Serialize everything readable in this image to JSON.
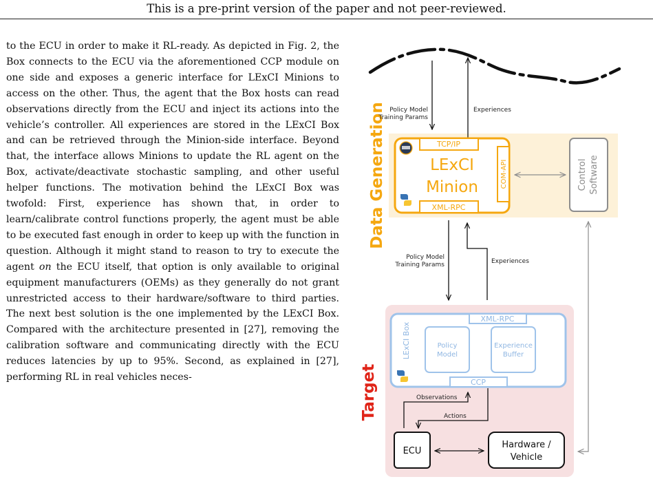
{
  "header": {
    "notice": "This is a pre-print version of the paper and not peer-reviewed."
  },
  "paragraph": {
    "part1": "to the ECU in order to make it RL-ready. As de­picted in Fig. 2, the Box connects to the ECU via the aforementioned CCP module on one side and ex­poses a generic interface for LExCI Minions to access on the other. Thus, the agent that the Box hosts can read observations directly from the ECU and in­ject its actions into the vehicle’s controller. All ex­periences are stored in the LExCI Box and can be retrieved through the Minion-side interface. Beyond that, the interface allows Minions to update the RL agent on the Box, activate/deactivate stochastic sam­pling, and other useful helper functions. The moti­vation behind the LExCI Box was twofold: First, ex­perience has shown that, in order to learn/calibrate control functions properly, the agent must be able to be executed fast enough in order to keep up with the function in question. Although it might stand to reason to try to execute the agent ",
    "emphasis": "on",
    "part2": " the ECU itself, that option is only available to original equip­ment manufacturers (OEMs) as they generally do not grant unrestricted access to their hardware/software to third parties. The next best solution is the one implemented by the LExCI Box. Compared with the architecture presented in [27], removing the calibra­tion software and communicating directly with the ECU reduces latencies by up to 95%. Second, as ex­plained in [27], performing RL in real vehicles neces-"
  },
  "figure": {
    "colors": {
      "orange": "#f5a70f",
      "orange_fill": "#fdf1d8",
      "red": "#e02418",
      "red_fill": "#f7e0e1",
      "blue": "#9fc3ea",
      "blue_text": "#8fb6e2",
      "grey": "#8d8d8d",
      "black": "#111111"
    },
    "cloud_icon": "cloud-dash-line",
    "data_generation": {
      "label": "Data Generation",
      "policy_model": "Policy Model",
      "training_params": "Training Params",
      "experiences": "Experiences",
      "minion": {
        "title_line1": "LExCI",
        "title_line2": "Minion",
        "tcp": "TCP/IP",
        "xmlrpc": "XML-RPC",
        "comapi": "COM-API",
        "logo_icon": "lexci-logo-icon",
        "python_icon": "python-logo-icon"
      },
      "control_software": {
        "line1": "Control",
        "line2": "Software"
      }
    },
    "middle": {
      "policy_model": "Policy Model",
      "training_params": "Training Params",
      "experiences": "Experiences"
    },
    "target": {
      "label": "Target",
      "box": {
        "title": "LExCI Box",
        "xmlrpc": "XML-RPC",
        "ccp": "CCP",
        "policy_line1": "Policy",
        "policy_line2": "Model",
        "experience_line1": "Experience",
        "experience_line2": "Buffer",
        "python_icon": "python-logo-icon"
      },
      "observations": "Observations",
      "actions": "Actions",
      "ecu": "ECU",
      "hardware_line1": "Hardware /",
      "hardware_line2": "Vehicle"
    }
  }
}
